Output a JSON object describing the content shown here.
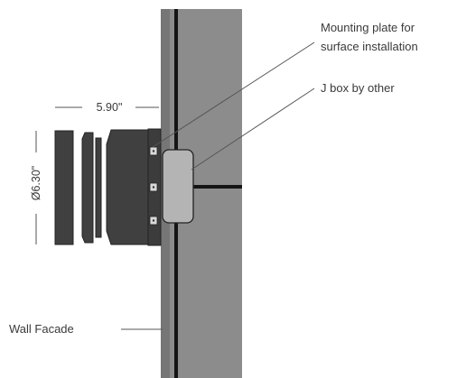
{
  "callouts": {
    "mounting_plate_line1": "Mounting plate for",
    "mounting_plate_line2": "surface installation",
    "j_box": "J box by other",
    "wall_facade": "Wall Facade"
  },
  "dimensions": {
    "depth": "5.90\"",
    "diameter": "Ø6.30\""
  },
  "colors": {
    "fixture": "#404040",
    "wall": "#8c8c8c",
    "wall_edge": "#6f6f6f",
    "joint": "#151515",
    "j_box": "#b4b4b4",
    "leader": "#555555"
  }
}
